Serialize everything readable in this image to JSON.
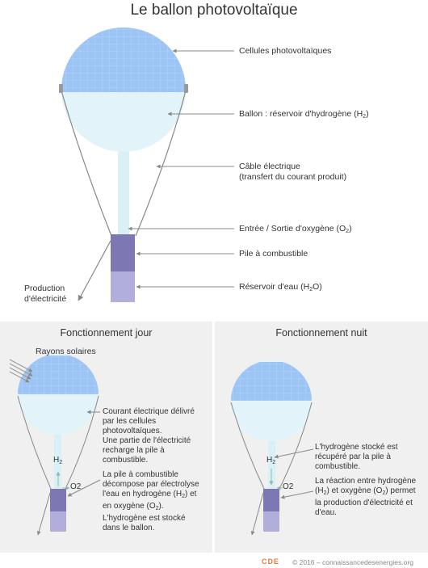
{
  "title": "Le ballon photovoltaïque",
  "main_labels": {
    "cells": "Cellules photovoltaïques",
    "balloon": "Ballon : réservoir d'hydrogène (H",
    "balloon_sub": "2",
    "balloon_end": ")",
    "cable_line1": "Câble électrique",
    "cable_line2": "(transfert du courant produit)",
    "oxygen": "Entrée / Sortie d'oxygène (O",
    "oxygen_sub": "2",
    "oxygen_end": ")",
    "fuel_cell": "Pile à combustible",
    "water": "Réservoir d'eau (H",
    "water_sub": "2",
    "water_end": "O)",
    "production_line1": "Production",
    "production_line2": "d'électricité"
  },
  "day": {
    "title": "Fonctionnement jour",
    "sun_label": "Rayons solaires",
    "h2": "H",
    "h2_sub": "2",
    "o2": "O2",
    "p1_line1": "Courant électrique délivré",
    "p1_line2": "par les cellules",
    "p1_line3": "photovoltaïques.",
    "p1_line4": "Une partie de l'électricité",
    "p1_line5": "recharge la pile à",
    "p1_line6": "combustible.",
    "p2_line1": "La pile à combustible",
    "p2_line2": "décompose par électrolyse",
    "p2_line3a": "l'eau en hydrogène (H",
    "p2_line3_sub": "2",
    "p2_line3b": ") et",
    "p2_line4a": "en oxygène (O",
    "p2_line4_sub": "2",
    "p2_line4b": ").",
    "p2_line5": "L'hydrogène est stocké",
    "p2_line6": "dans le ballon."
  },
  "night": {
    "title": "Fonctionnement nuit",
    "h2": "H",
    "h2_sub": "2",
    "o2": "O2",
    "p1_line1": "L'hydrogène stocké est",
    "p1_line2": "récupéré par la pile à",
    "p1_line3": "combustible.",
    "p2_line1": "La réaction entre hydrogène",
    "p2_line2a": "(H",
    "p2_line2_sub": "2",
    "p2_line2b": ") et oxygène (O",
    "p2_line2_sub2": "2",
    "p2_line2c": ") permet",
    "p2_line3": "la production d'électricité et",
    "p2_line4": "d'eau."
  },
  "footer": {
    "logo": "CDE",
    "text": "© 2016 – connaissancedesenergies.org"
  },
  "colors": {
    "sphere_top": "#9cc4f4",
    "sphere_bottom": "#e2f4fa",
    "tube": "#d8f0f6",
    "fuel_cell": "#7d77b4",
    "water_tank": "#b2aedb",
    "cable": "#888888",
    "panel_bg": "#f0f0f0",
    "logo": "#e07a3a"
  }
}
